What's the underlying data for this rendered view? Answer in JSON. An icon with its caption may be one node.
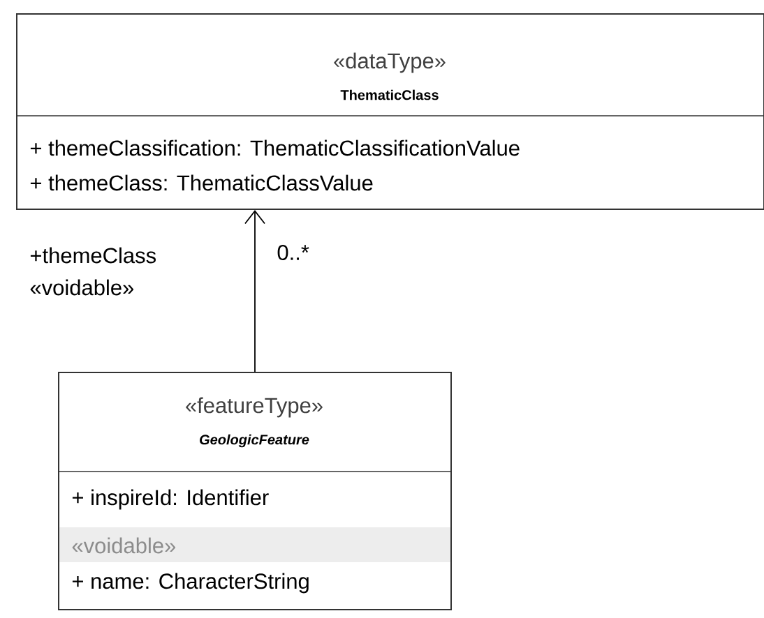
{
  "diagram": {
    "nodes": [
      {
        "text": [
          "«dataType»",
          "ThematicClass",
          "+  themeClassification:  ThematicClassificationValue",
          "+  themeClass:  ThematicClassValue"
        ]
      },
      {
        "text": [
          "«featureType»",
          "GeologicFeature",
          "+  inspireId:  Identifier",
          "«voidable»",
          "+  name:  CharacterString"
        ]
      }
    ],
    "edges": [
      {
        "from": 1,
        "to": 0,
        "arrow": "to"
      }
    ],
    "labels": [
      "+themeClass",
      "«voidable»",
      "0..*"
    ]
  }
}
